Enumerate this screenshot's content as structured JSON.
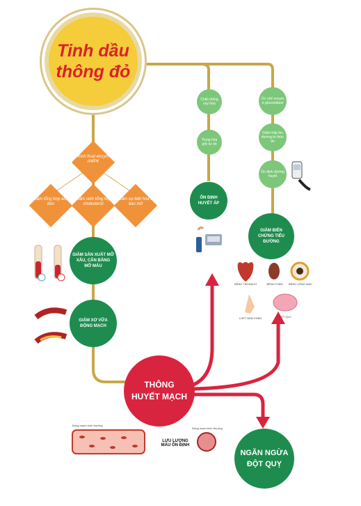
{
  "title": {
    "line1": "Tinh dầu",
    "line2": "thông đỏ"
  },
  "left_branch": {
    "ampk": "Kích hoạt enzym AMPK",
    "sub": [
      "Giảm tổng hợp acid béo",
      "Giảm sinh tổng hợp cholesterol",
      "Giảm sự biệt hóa tế bào mỡ"
    ],
    "fat_node": "GIẢM SẢN XUẤT MỠ XẤU, CÂN BẰNG MỠ MÁU",
    "athero_node": "GIẢM XƠ VỮA ĐỘNG MẠCH"
  },
  "middle_branch": {
    "step1": "Chất chống oxy hóa",
    "step2": "Trung hòa gốc tự do",
    "result": "ỔN ĐỊNH HUYẾT ÁP"
  },
  "right_branch": {
    "step1": "Ức chế enzym α-glucosidase",
    "step2": "Giảm hấp thu đường từ thức ăn",
    "step3": "Ổn định đường huyết",
    "result": "GIẢM BIẾN CHỨNG TIỂU ĐƯỜNG",
    "complications": [
      "BỆNH TIM MẠCH",
      "BỆNH THẬN",
      "BỆNH VÕNG MẠC",
      "LOÉT BÀN CHÂN",
      "ĐỘT QUỴ"
    ]
  },
  "center": {
    "line1": "THÔNG",
    "line2": "HUYẾT MẠCH"
  },
  "stroke": {
    "line1": "NGĂN NGỪA",
    "line2": "ĐỘT QUỴ"
  },
  "bottom": {
    "vessel_label": "Động mạch bình thường",
    "flow_line1": "LƯU LƯỢNG",
    "flow_line2": "MÁU ỔN ĐỊNH",
    "cross_label": "Động mạch bình thường"
  },
  "colors": {
    "dark_green": "#1e8c4e",
    "light_green": "#7cc77a",
    "orange": "#f0923a",
    "red": "#d9243f",
    "gold_line": "#c9a64a",
    "yellow": "#f5cc3a"
  }
}
